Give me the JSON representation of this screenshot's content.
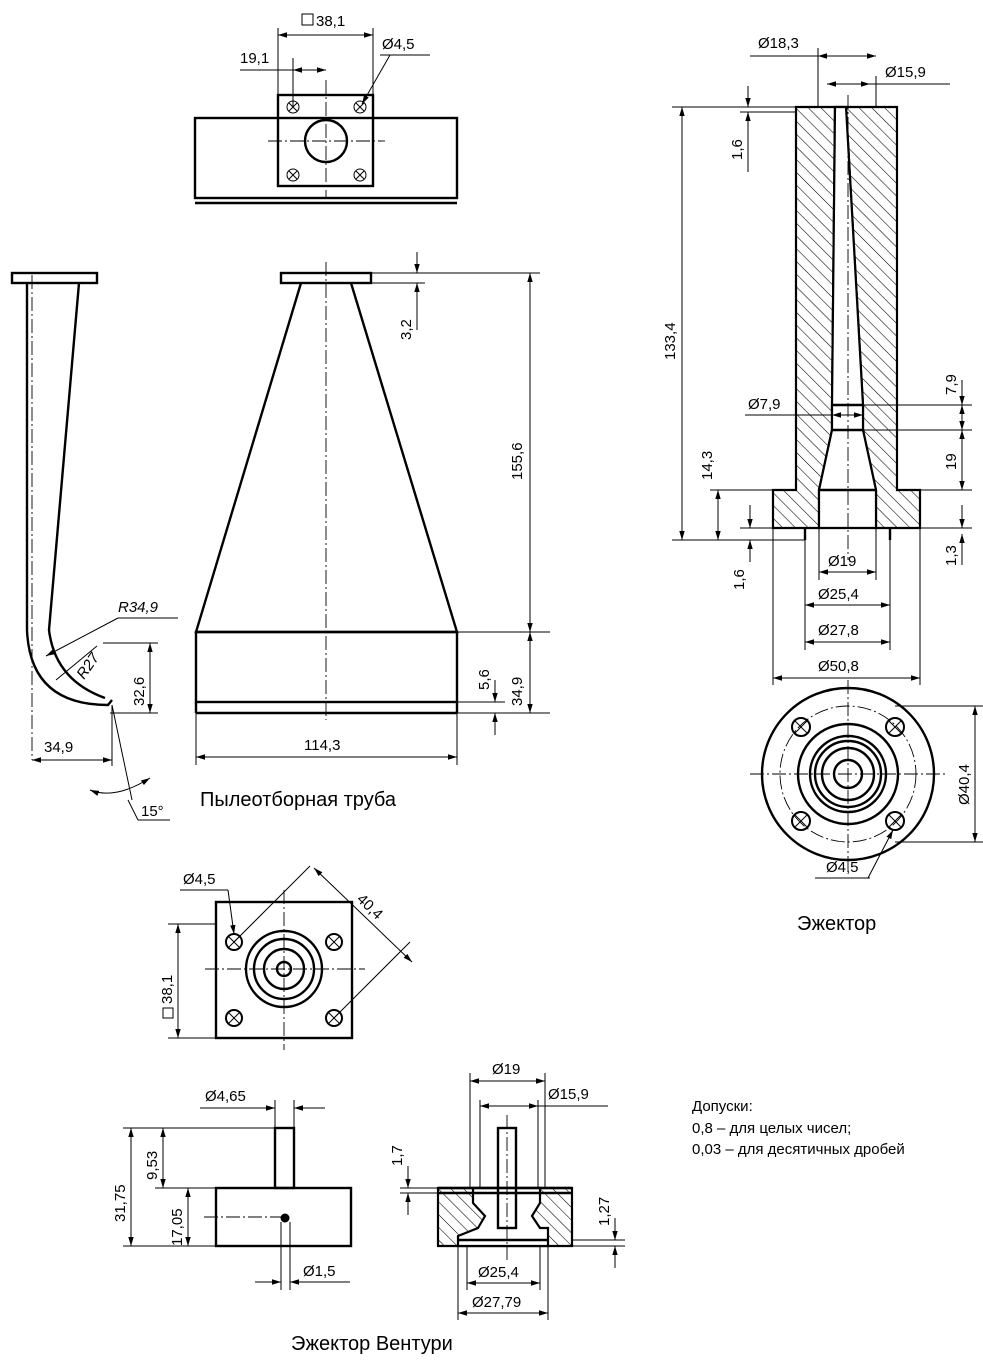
{
  "captions": {
    "dust_tube": "Пылеотборная труба",
    "ejector": "Эжектор",
    "venturi": "Эжектор Вентури"
  },
  "tolerances": {
    "heading": "Допуски:",
    "line1": "0,8 – для целых чисел;",
    "line2": "0,03 – для десятичных дробей"
  },
  "dims": {
    "sq_38_1_top": "38,1",
    "d_19_1": "19,1",
    "d_4_5_top": "Ø4,5",
    "d_3_2": "3,2",
    "d_155_6": "155,6",
    "d_5_6": "5,6",
    "d_34_9_right": "34,9",
    "d_114_3": "114,3",
    "r_34_9": "R34,9",
    "r_27": "R27",
    "d_32_6": "32,6",
    "d_34_9_bottom": "34,9",
    "angle_15": "15°",
    "ej_d_18_3": "Ø18,3",
    "ej_d_15_9": "Ø15,9",
    "ej_1_6_top": "1,6",
    "ej_133_4": "133,4",
    "ej_7_9": "7,9",
    "ej_d_7_9": "Ø7,9",
    "ej_19": "19",
    "ej_14_3": "14,3",
    "ej_1_6_bottom": "1,6",
    "ej_1_3": "1,3",
    "ej_d_19": "Ø19",
    "ej_d_25_4": "Ø25,4",
    "ej_d_27_8": "Ø27,8",
    "ej_d_50_8": "Ø50,8",
    "ej_d_40_4": "Ø40,4",
    "ej_d_4_5": "Ø4,5",
    "v_d_4_5": "Ø4,5",
    "v_40_4": "40,4",
    "v_sq_38_1": "38,1",
    "v_d_4_65": "Ø4,65",
    "v_9_53": "9,53",
    "v_31_75": "31,75",
    "v_17_05": "17,05",
    "v_d_1_5": "Ø1,5",
    "v_d_19": "Ø19",
    "v_d_15_9": "Ø15,9",
    "v_1_7": "1,7",
    "v_1_27": "1,27",
    "v_d_25_4": "Ø25,4",
    "v_d_27_79": "Ø27,79"
  }
}
